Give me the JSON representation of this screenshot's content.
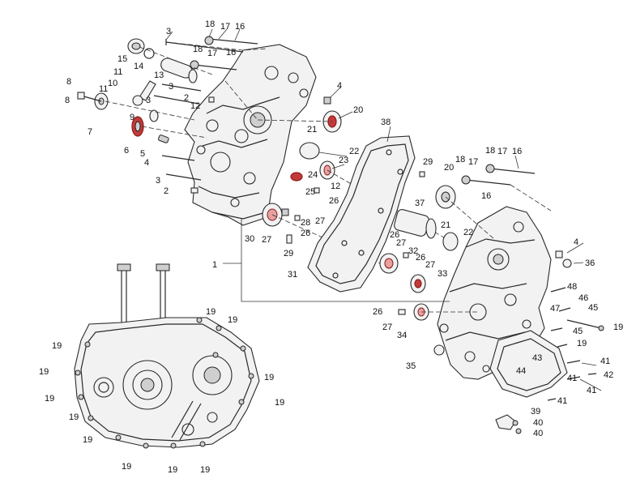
{
  "callouts": [
    {
      "id": "c1",
      "label": "1"
    },
    {
      "id": "c2a",
      "label": "2"
    },
    {
      "id": "c2b",
      "label": "2"
    },
    {
      "id": "c3a",
      "label": "3"
    },
    {
      "id": "c3b",
      "label": "3"
    },
    {
      "id": "c3c",
      "label": "3"
    },
    {
      "id": "c3d",
      "label": "3"
    },
    {
      "id": "c4a",
      "label": "4"
    },
    {
      "id": "c4b",
      "label": "4"
    },
    {
      "id": "c4c",
      "label": "4"
    },
    {
      "id": "c5",
      "label": "5"
    },
    {
      "id": "c6",
      "label": "6"
    },
    {
      "id": "c7",
      "label": "7"
    },
    {
      "id": "c8a",
      "label": "8"
    },
    {
      "id": "c8b",
      "label": "8"
    },
    {
      "id": "c9",
      "label": "9"
    },
    {
      "id": "c10",
      "label": "10"
    },
    {
      "id": "c11a",
      "label": "11"
    },
    {
      "id": "c11b",
      "label": "11"
    },
    {
      "id": "c12a",
      "label": "12"
    },
    {
      "id": "c12b",
      "label": "12"
    },
    {
      "id": "c13",
      "label": "13"
    },
    {
      "id": "c14",
      "label": "14"
    },
    {
      "id": "c15",
      "label": "15"
    },
    {
      "id": "c16a",
      "label": "16"
    },
    {
      "id": "c16b",
      "label": "16"
    },
    {
      "id": "c16c",
      "label": "16"
    },
    {
      "id": "c16d",
      "label": "16"
    },
    {
      "id": "c17a",
      "label": "17"
    },
    {
      "id": "c17b",
      "label": "17"
    },
    {
      "id": "c17c",
      "label": "17"
    },
    {
      "id": "c17d",
      "label": "17"
    },
    {
      "id": "c18a",
      "label": "18"
    },
    {
      "id": "c18b",
      "label": "18"
    },
    {
      "id": "c18c",
      "label": "18"
    },
    {
      "id": "c18d",
      "label": "18"
    },
    {
      "id": "c19a",
      "label": "19"
    },
    {
      "id": "c19b",
      "label": "19"
    },
    {
      "id": "c19c",
      "label": "19"
    },
    {
      "id": "c19d",
      "label": "19"
    },
    {
      "id": "c19e",
      "label": "19"
    },
    {
      "id": "c19f",
      "label": "19"
    },
    {
      "id": "c19g",
      "label": "19"
    },
    {
      "id": "c19h",
      "label": "19"
    },
    {
      "id": "c19i",
      "label": "19"
    },
    {
      "id": "c19j",
      "label": "19"
    },
    {
      "id": "c19k",
      "label": "19"
    },
    {
      "id": "c19l",
      "label": "19"
    },
    {
      "id": "c19m",
      "label": "19"
    },
    {
      "id": "c19n",
      "label": "19"
    },
    {
      "id": "c20a",
      "label": "20"
    },
    {
      "id": "c20b",
      "label": "20"
    },
    {
      "id": "c21a",
      "label": "21"
    },
    {
      "id": "c21b",
      "label": "21"
    },
    {
      "id": "c22a",
      "label": "22"
    },
    {
      "id": "c22b",
      "label": "22"
    },
    {
      "id": "c23",
      "label": "23"
    },
    {
      "id": "c24",
      "label": "24"
    },
    {
      "id": "c25",
      "label": "25"
    },
    {
      "id": "c26a",
      "label": "26"
    },
    {
      "id": "c26b",
      "label": "26"
    },
    {
      "id": "c26c",
      "label": "26"
    },
    {
      "id": "c26d",
      "label": "26"
    },
    {
      "id": "c26e",
      "label": "26"
    },
    {
      "id": "c27a",
      "label": "27"
    },
    {
      "id": "c27b",
      "label": "27"
    },
    {
      "id": "c27c",
      "label": "27"
    },
    {
      "id": "c27d",
      "label": "27"
    },
    {
      "id": "c27e",
      "label": "27"
    },
    {
      "id": "c28",
      "label": "28"
    },
    {
      "id": "c29a",
      "label": "29"
    },
    {
      "id": "c29b",
      "label": "29"
    },
    {
      "id": "c30",
      "label": "30"
    },
    {
      "id": "c31",
      "label": "31"
    },
    {
      "id": "c32",
      "label": "32"
    },
    {
      "id": "c33",
      "label": "33"
    },
    {
      "id": "c34",
      "label": "34"
    },
    {
      "id": "c35",
      "label": "35"
    },
    {
      "id": "c36",
      "label": "36"
    },
    {
      "id": "c37",
      "label": "37"
    },
    {
      "id": "c38",
      "label": "38"
    },
    {
      "id": "c39",
      "label": "39"
    },
    {
      "id": "c40a",
      "label": "40"
    },
    {
      "id": "c40b",
      "label": "40"
    },
    {
      "id": "c41a",
      "label": "41"
    },
    {
      "id": "c41b",
      "label": "41"
    },
    {
      "id": "c41c",
      "label": "41"
    },
    {
      "id": "c41d",
      "label": "41"
    },
    {
      "id": "c42",
      "label": "42"
    },
    {
      "id": "c43",
      "label": "43"
    },
    {
      "id": "c44",
      "label": "44"
    },
    {
      "id": "c45a",
      "label": "45"
    },
    {
      "id": "c45b",
      "label": "45"
    },
    {
      "id": "c46",
      "label": "46"
    },
    {
      "id": "c47",
      "label": "47"
    },
    {
      "id": "c48",
      "label": "48"
    }
  ],
  "colors": {
    "line": "#2a2a2a",
    "part_fill": "#f2f2f2",
    "seal_red": "#c43a3a",
    "label": "#111111"
  },
  "icons": {
    "left_case": "crankcase-left-half-icon",
    "right_case": "crankcase-right-half-icon",
    "assembled": "assembled-crankcase-icon",
    "gasket": "gasket-icon",
    "bearing": "bearing-icon",
    "bolt": "bolt-icon"
  }
}
